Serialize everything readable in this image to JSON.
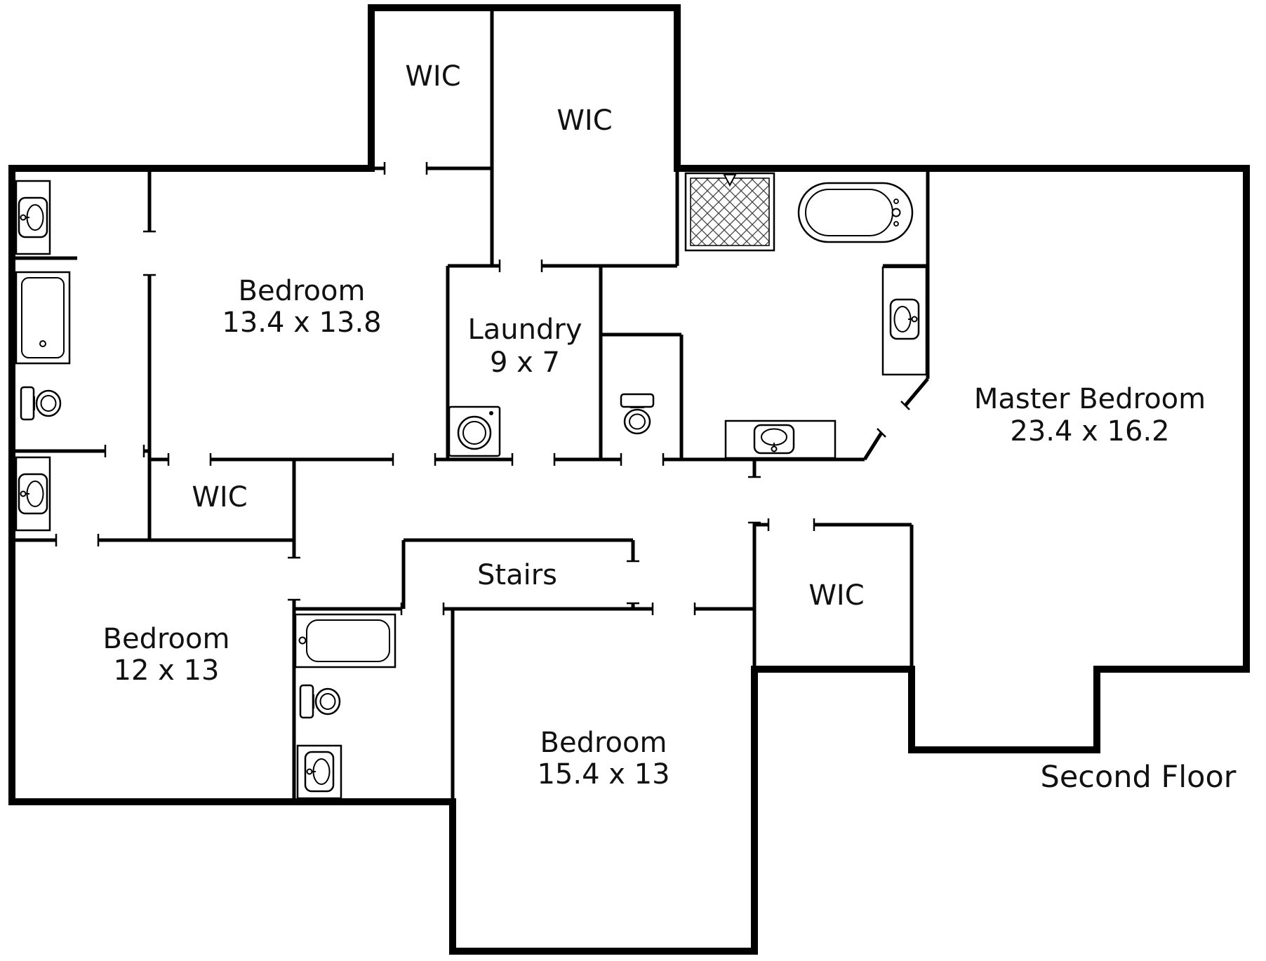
{
  "page": {
    "floor_label": "Second Floor"
  },
  "colors": {
    "wall": "#000000",
    "background": "#ffffff",
    "text": "#111111",
    "tile_stroke": "#444444"
  },
  "rooms": {
    "wic_top_left": {
      "name": "WIC"
    },
    "wic_top_right": {
      "name": "WIC"
    },
    "bedroom1": {
      "name": "Bedroom",
      "dims": "13.4 x 13.8"
    },
    "laundry": {
      "name": "Laundry",
      "dims": "9 x 7"
    },
    "master_bedroom": {
      "name": "Master Bedroom",
      "dims": "23.4 x 16.2"
    },
    "wic_left": {
      "name": "WIC"
    },
    "stairs": {
      "name": "Stairs"
    },
    "bedroom2": {
      "name": "Bedroom",
      "dims": "12 x 13"
    },
    "wic_master": {
      "name": "WIC"
    },
    "bedroom3": {
      "name": "Bedroom",
      "dims": "15.4 x 13"
    }
  },
  "fixtures": [
    "sink-icon",
    "toilet-icon",
    "shower-icon",
    "tiled-shower-icon",
    "freestanding-tub-icon",
    "bathtub-icon",
    "washer-icon",
    "vanity-icon"
  ]
}
